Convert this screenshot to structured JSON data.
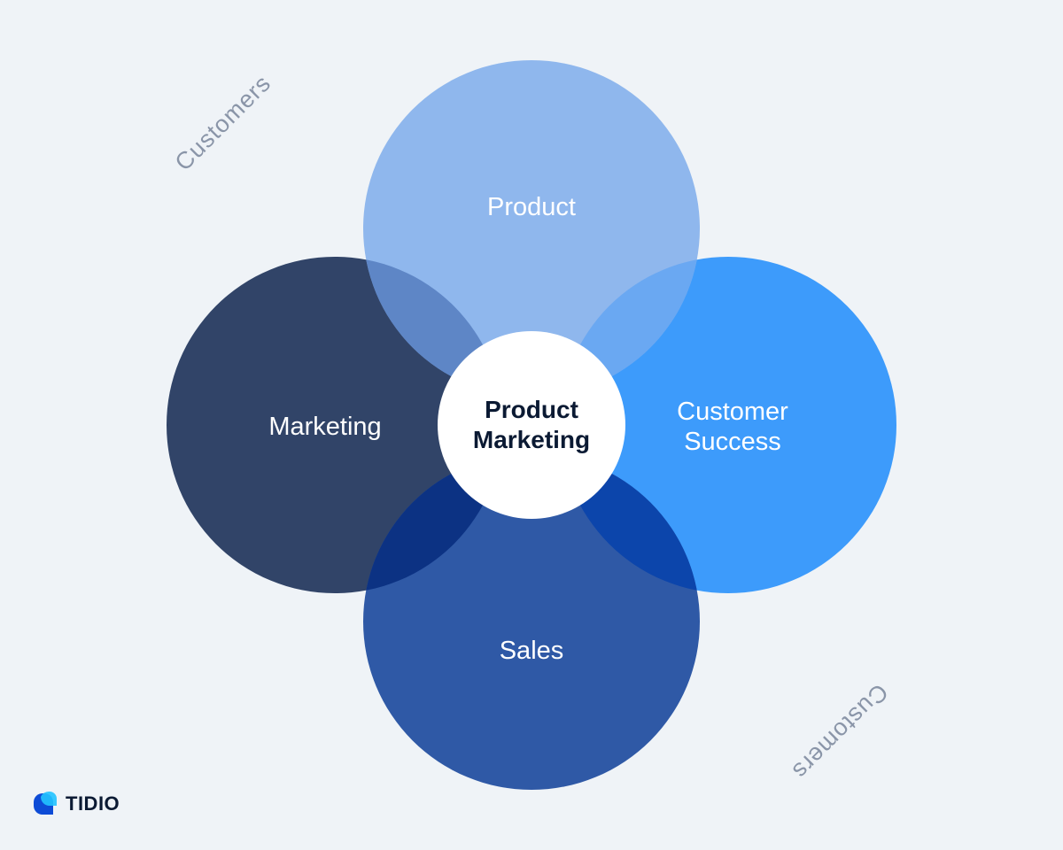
{
  "diagram": {
    "circles": {
      "product": {
        "label": "Product",
        "color": "#8ab4ec"
      },
      "marketing": {
        "label": "Marketing",
        "color": "#314468"
      },
      "customer_success": {
        "label_line1": "Customer",
        "label_line2": "Success",
        "color": "#3d9bfb"
      },
      "sales": {
        "label": "Sales",
        "color": "#2f59a6"
      }
    },
    "center": {
      "line1": "Product",
      "line2": "Marketing",
      "color": "#ffffff"
    },
    "corner_labels": {
      "top_left": "Customers",
      "bottom_right": "Customers"
    }
  },
  "brand": {
    "name": "TIDIO"
  }
}
